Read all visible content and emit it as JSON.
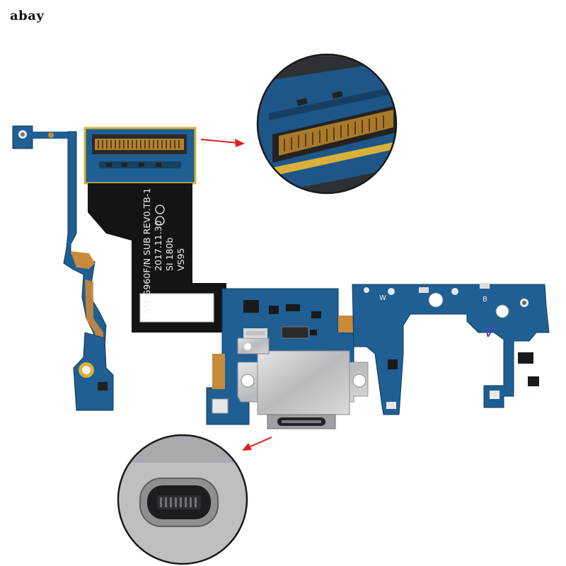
{
  "watermark": {
    "text": "abay"
  },
  "board": {
    "model_text": "SM-G960F/N SUB REV0.TB-1",
    "date_text": "2017.11.30",
    "code_text": "SI 180b",
    "rev_text": "VS95",
    "label_w": "W",
    "label_b": "B",
    "mark_v": "V"
  },
  "colors": {
    "pcb": "#1f5f93",
    "pcb_dark": "#174a75",
    "flex_black": "#141414",
    "copper": "#c98a3c",
    "arrow": "#e02020",
    "steel": "#c9cacb"
  },
  "callouts": [
    {
      "name": "board-connector-zoom",
      "shows": "board-to-board connector"
    },
    {
      "name": "usb-c-port-zoom",
      "shows": "USB-C charging port"
    }
  ]
}
